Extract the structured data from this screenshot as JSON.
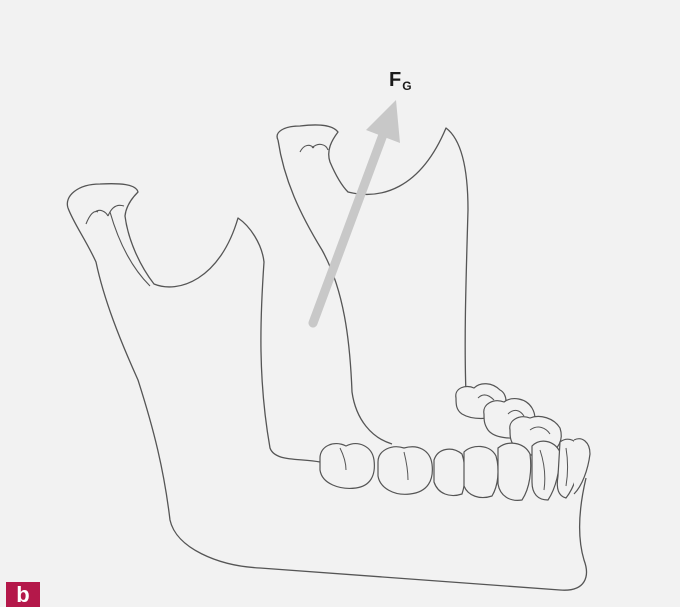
{
  "figure": {
    "force_symbol": "F",
    "force_subscript": "G",
    "panel_label": "b",
    "colors": {
      "background": "#f2f2f2",
      "outline": "#555555",
      "arrow": "#c8c8c8",
      "badge": "#b4184a",
      "label_text": "#1a1a1a"
    }
  }
}
